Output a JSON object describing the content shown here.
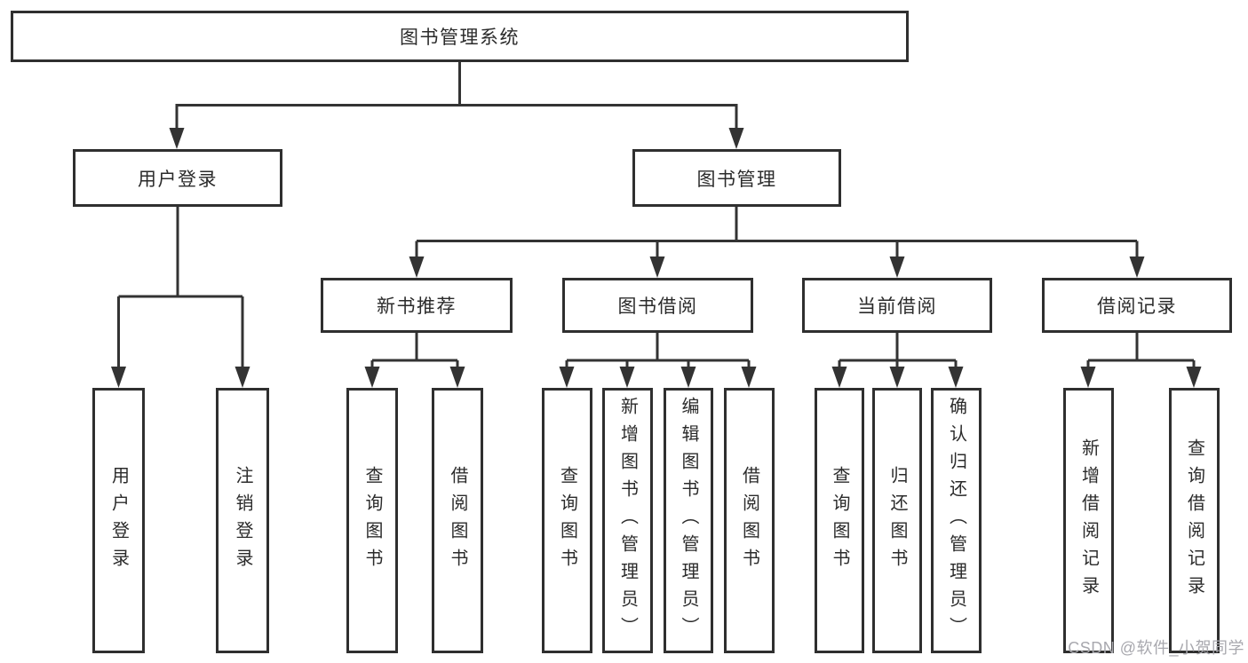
{
  "diagram": {
    "tree": {
      "label": "图书管理系统",
      "children": [
        {
          "label": "用户登录",
          "children": [
            {
              "label": "用户登录"
            },
            {
              "label": "注销登录"
            }
          ]
        },
        {
          "label": "图书管理",
          "children": [
            {
              "label": "新书推荐",
              "children": [
                {
                  "label": "查询图书"
                },
                {
                  "label": "借阅图书"
                }
              ]
            },
            {
              "label": "图书借阅",
              "children": [
                {
                  "label": "查询图书"
                },
                {
                  "label": "新增图书（管理员）"
                },
                {
                  "label": "编辑图书（管理员）"
                },
                {
                  "label": "借阅图书"
                }
              ]
            },
            {
              "label": "当前借阅",
              "children": [
                {
                  "label": "查询图书"
                },
                {
                  "label": "归还图书"
                },
                {
                  "label": "确认归还（管理员）"
                }
              ]
            },
            {
              "label": "借阅记录",
              "children": [
                {
                  "label": "新增借阅记录"
                },
                {
                  "label": "查询借阅记录"
                }
              ]
            }
          ]
        }
      ]
    }
  },
  "watermark": {
    "text": "CSDN @软件_小贺同学"
  },
  "colors": {
    "line": "#333333",
    "box_border": "#2f2f2f",
    "text": "#2b2b2b",
    "watermark": "#a8a8ae",
    "background": "#ffffff"
  }
}
